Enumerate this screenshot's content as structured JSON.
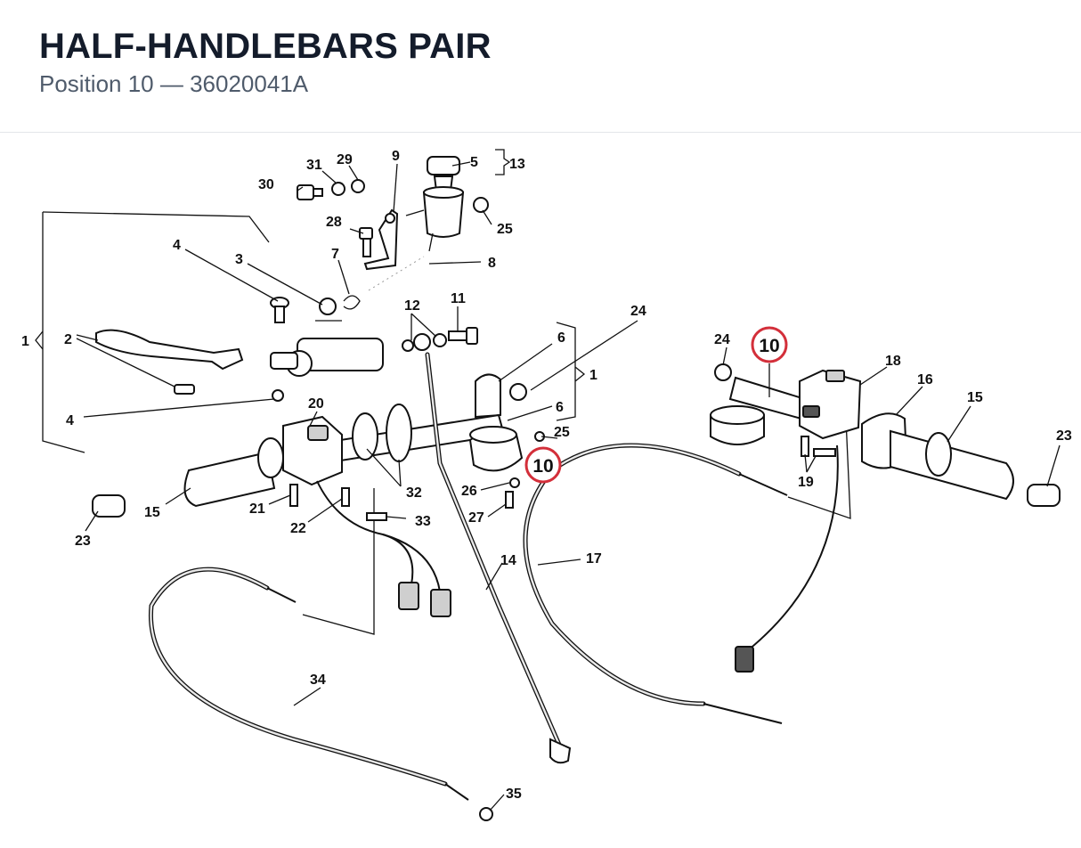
{
  "header": {
    "title": "HALF-HANDLEBARS PAIR",
    "subtitle": "Position 10 — 36020041A"
  },
  "highlight": {
    "label": "10",
    "color": "#d32f3a"
  },
  "callouts": {
    "c1a": "1",
    "c1b": "1",
    "c2": "2",
    "c3": "3",
    "c4a": "4",
    "c4b": "4",
    "c5": "5",
    "c6a": "6",
    "c6b": "6",
    "c7": "7",
    "c8": "8",
    "c9": "9",
    "c10a": "10",
    "c10b": "10",
    "c11": "11",
    "c12": "12",
    "c13": "13",
    "c14": "14",
    "c15a": "15",
    "c15b": "15",
    "c16": "16",
    "c17": "17",
    "c18": "18",
    "c19": "19",
    "c20": "20",
    "c21": "21",
    "c22": "22",
    "c23a": "23",
    "c23b": "23",
    "c24a": "24",
    "c24b": "24",
    "c25a": "25",
    "c25b": "25",
    "c26": "26",
    "c27": "27",
    "c28": "28",
    "c29": "29",
    "c30": "30",
    "c31": "31",
    "c32": "32",
    "c33": "33",
    "c34": "34",
    "c35": "35"
  }
}
